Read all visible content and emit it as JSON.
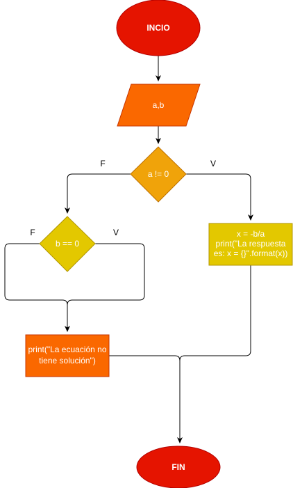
{
  "colors": {
    "terminal_fill": "#e51400",
    "terminal_stroke": "#b20000",
    "io_fill": "#fa6800",
    "io_stroke": "#c73500",
    "decision_outer_fill": "#f0a30a",
    "decision_outer_stroke": "#bd7000",
    "decision_inner_fill": "#e3c800",
    "decision_inner_stroke": "#b09500",
    "process_fill": "#e3c800",
    "process_stroke": "#b09500",
    "output_fill": "#fa6800",
    "output_stroke": "#c73500",
    "line": "#000000"
  },
  "nodes": {
    "start": "INCIO",
    "input": "a,b",
    "decision_a": "a != 0",
    "decision_b": "b == 0",
    "process_lines": [
      "x = -b/a",
      "print(\"La respuesta",
      "es: x = {}\".format(x))"
    ],
    "output_lines": [
      "print(\"La ecuación no",
      "tiene solución\")"
    ],
    "end": "FIN"
  },
  "edges": {
    "a_false": "F",
    "a_true": "V",
    "b_false": "F",
    "b_true": "V"
  }
}
